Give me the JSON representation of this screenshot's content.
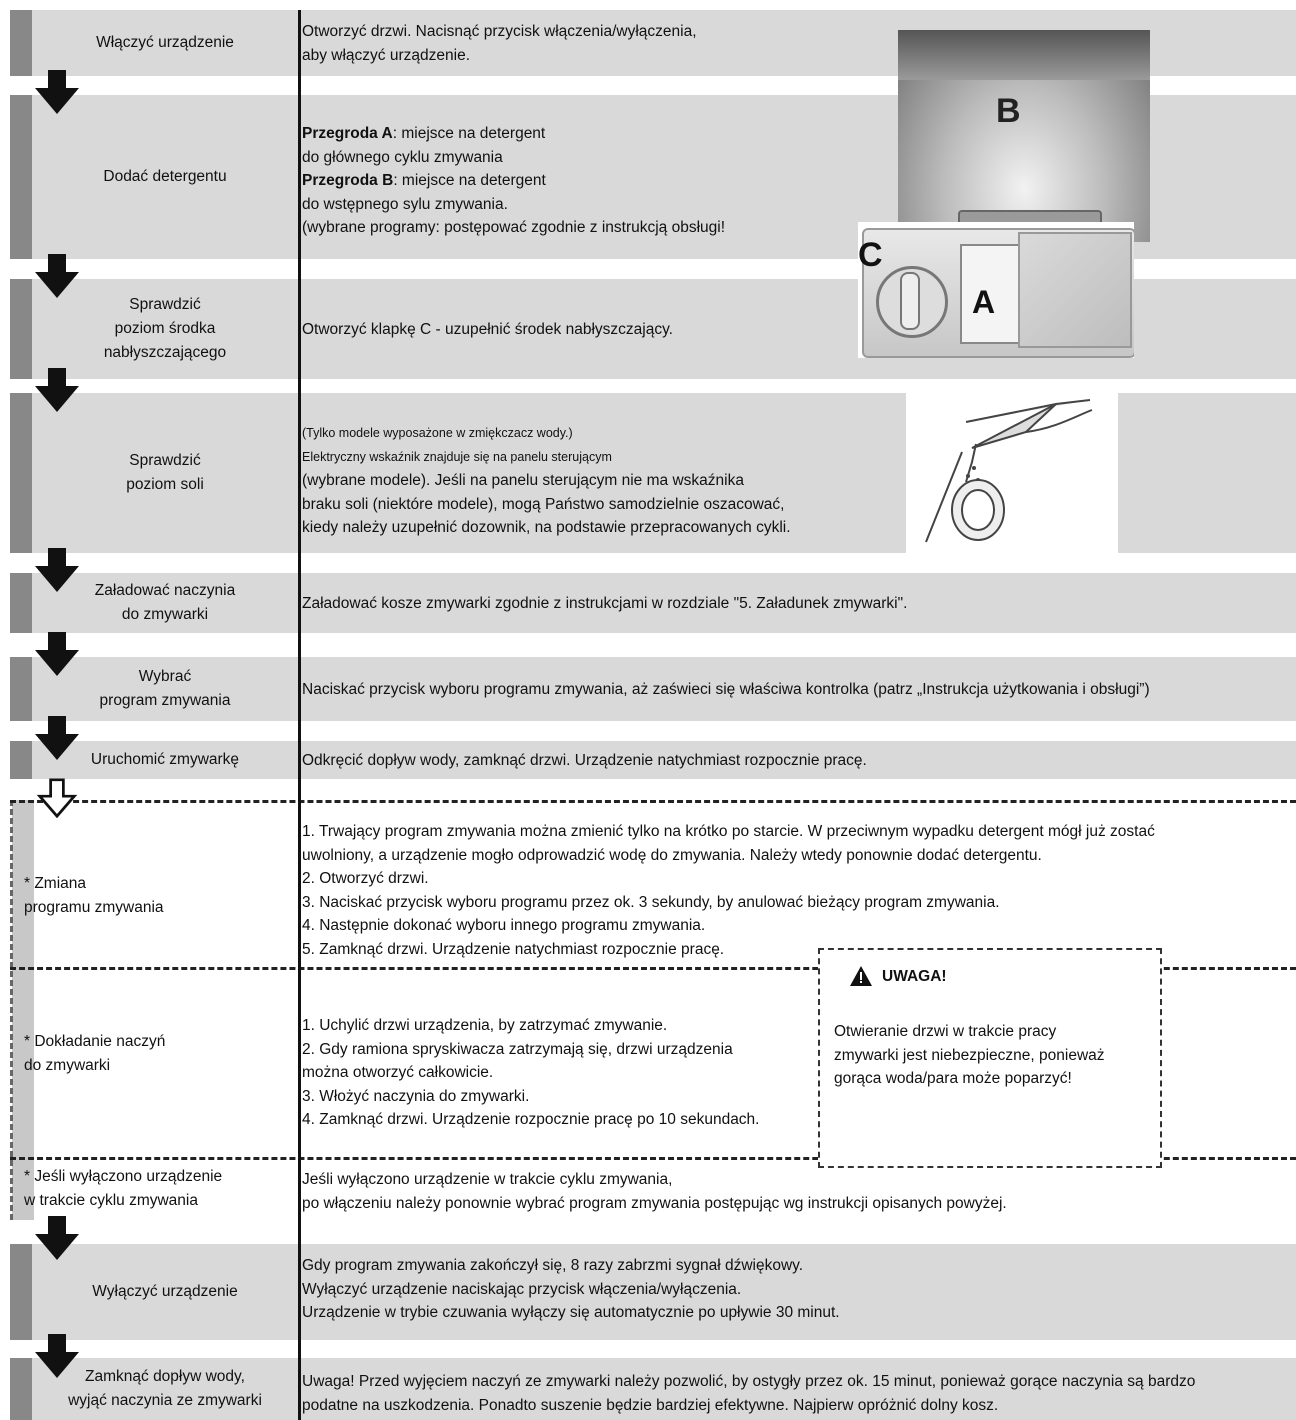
{
  "steps": [
    {
      "label": "Włączyć urządzenie",
      "lines": [
        "Otworzyć drzwi. Nacisnąć przycisk włączenia/wyłączenia,",
        "aby włączyć urządzenie."
      ]
    },
    {
      "label": "Dodać detergentu",
      "lines_rich": [
        {
          "bold": "Przegroda A",
          "rest": ": miejsce na detergent"
        },
        {
          "bold": "",
          "rest": "do głównego cyklu zmywania"
        },
        {
          "bold": "Przegroda B",
          "rest": ": miejsce na detergent"
        },
        {
          "bold": "",
          "rest": "do wstępnego sylu zmywania."
        },
        {
          "bold": "",
          "rest": "(wybrane programy: postępować zgodnie z instrukcją obsługi!"
        }
      ]
    },
    {
      "label_lines": [
        "Sprawdzić",
        "poziom środka",
        "nabłyszczającego"
      ],
      "lines": [
        "Otworzyć klapkę C - uzupełnić środek nabłyszczający."
      ]
    },
    {
      "label_lines": [
        "Sprawdzić",
        "poziom soli"
      ],
      "lines_small": [
        "(Tylko modele wyposażone w zmiękczacz wody.)",
        "Elektryczny wskaźnik znajduje się na panelu sterującym"
      ],
      "lines": [
        "(wybrane modele). Jeśli na panelu sterującym nie ma wskaźnika",
        "braku soli (niektóre modele), mogą Państwo samodzielnie oszacować,",
        "kiedy należy uzupełnić dozownik, na podstawie przepracowanych cykli."
      ]
    },
    {
      "label_lines": [
        "Załadować naczynia",
        "do zmywarki"
      ],
      "lines": [
        "Załadować kosze zmywarki zgodnie z instrukcjami w rozdziale \"5. Załadunek zmywarki\"."
      ]
    },
    {
      "label_lines": [
        "Wybrać",
        "program zmywania"
      ],
      "lines": [
        "Naciskać przycisk wyboru programu zmywania, aż zaświeci się właściwa kontrolka (patrz „Instrukcja użytkowania i obsługi”)"
      ]
    },
    {
      "label": "Uruchomić zmywarkę",
      "lines": [
        "Odkręcić dopływ wody, zamknąć drzwi. Urządzenie natychmiast rozpocznie pracę."
      ]
    },
    {
      "label_lines": [
        "* Zmiana",
        "programu zmywania"
      ],
      "lines": [
        "1. Trwający program zmywania można zmienić tylko na krótko po starcie. W przeciwnym wypadku detergent mógł już zostać",
        "uwolniony, a urządzenie mogło odprowadzić wodę do zmywania. Należy wtedy ponownie dodać detergentu.",
        "2. Otworzyć drzwi.",
        "3. Naciskać przycisk wyboru programu przez ok. 3 sekundy, by anulować bieżący program zmywania.",
        "4. Następnie dokonać wyboru innego programu zmywania.",
        "5. Zamknąć drzwi. Urządzenie natychmiast rozpocznie pracę."
      ]
    },
    {
      "label_lines": [
        "* Dokładanie naczyń",
        "do zmywarki"
      ],
      "lines": [
        "1. Uchylić drzwi urządzenia, by zatrzymać zmywanie.",
        "2. Gdy ramiona spryskiwacza zatrzymają się, drzwi urządzenia",
        "można otworzyć całkowicie.",
        "3. Włożyć naczynia do zmywarki.",
        "4. Zamknąć drzwi. Urządzenie rozpocznie pracę po 10 sekundach."
      ]
    },
    {
      "label_lines": [
        "* Jeśli wyłączono urządzenie",
        "w trakcie cyklu zmywania"
      ],
      "lines": [
        "Jeśli wyłączono urządzenie w trakcie cyklu zmywania,",
        "po włączeniu należy ponownie wybrać program zmywania postępując wg instrukcji opisanych powyżej."
      ]
    },
    {
      "label": "Wyłączyć urządzenie",
      "lines": [
        "Gdy program zmywania zakończył się, 8 razy zabrzmi sygnał dźwiękowy.",
        "Wyłączyć urządzenie naciskając przycisk włączenia/wyłączenia.",
        "Urządzenie w trybie czuwania wyłączy się automatycznie po upływie 30 minut."
      ]
    },
    {
      "label_lines": [
        "Zamknąć dopływ wody,",
        "wyjąć naczynia ze zmywarki"
      ],
      "lines": [
        "Uwaga! Przed wyjęciem naczyń ze zmywarki należy pozwolić, by ostygły przez ok. 15 minut, ponieważ gorące naczynia są bardzo",
        "podatne na uszkodzenia. Ponadto suszenie będzie bardziej efektywne. Najpierw opróżnić dolny kosz."
      ]
    }
  ],
  "images": {
    "dispenser_top_letter": "B",
    "dispenser_c_letter": "C",
    "dispenser_a_letter": "A"
  },
  "warning": {
    "title": "UWAGA!",
    "lines": [
      "Otwieranie drzwi w trakcie pracy",
      "zmywarki jest niebezpieczne, ponieważ",
      "gorąca woda/para może poparzyć!"
    ]
  }
}
